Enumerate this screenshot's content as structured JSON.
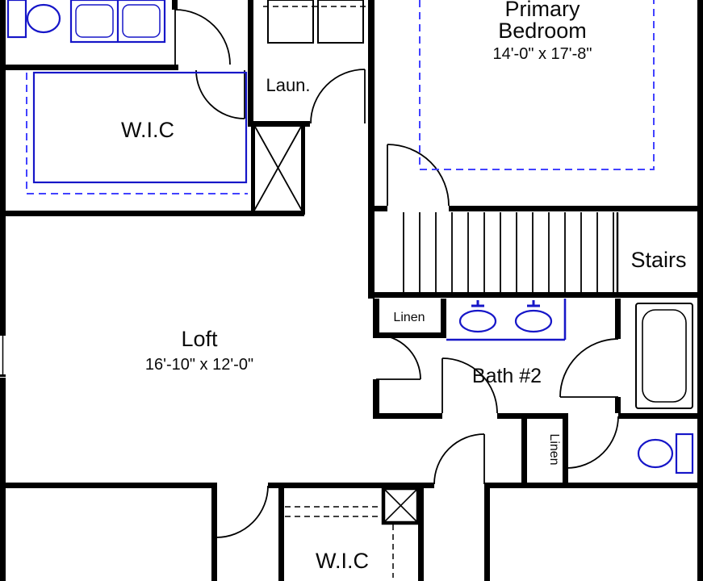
{
  "colors": {
    "wall": "#000000",
    "fixture": "#1616c8",
    "dashed": "#4242ff"
  },
  "labels": {
    "primary_bedroom_line1": "Primary",
    "primary_bedroom_line2": "Bedroom",
    "primary_bedroom_dims": "14'-0\" x 17'-8\"",
    "wic_upper": "W.I.C",
    "laundry": "Laun.",
    "stairs": "Stairs",
    "loft": "Loft",
    "loft_dims": "16'-10\" x 12'-0\"",
    "linen_upper": "Linen",
    "bath2": "Bath #2",
    "linen_lower": "Linen",
    "wic_lower": "W.I.C"
  }
}
